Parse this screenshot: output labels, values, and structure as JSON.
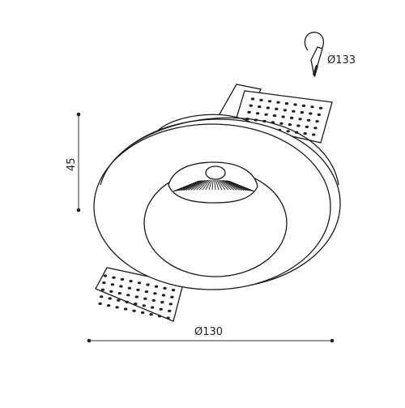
{
  "dimensions": {
    "height_label": "45",
    "width_label": "Ø130",
    "cutout_label": "Ø133"
  },
  "icons": {
    "cutout": "cutout-drill-icon"
  }
}
